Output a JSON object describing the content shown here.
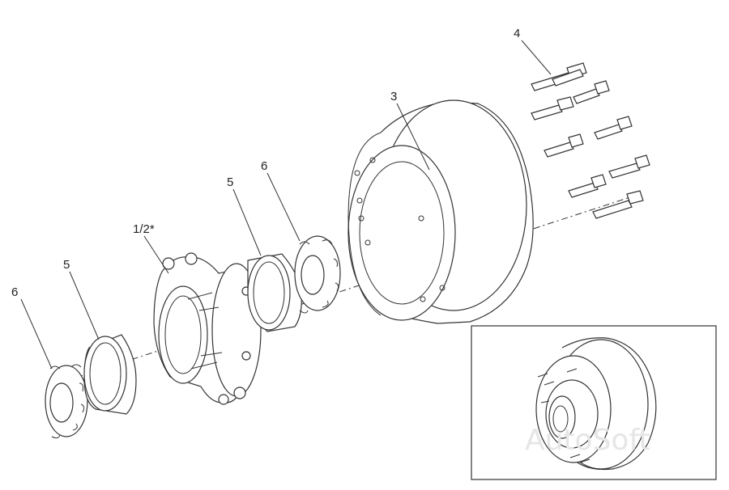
{
  "labels": {
    "bearing_left": "6",
    "race_left": "5",
    "hub": "1/2*",
    "race_right": "5",
    "bearing_right": "6",
    "drum": "3",
    "bolts": "4"
  },
  "watermark": "AutoSoft"
}
